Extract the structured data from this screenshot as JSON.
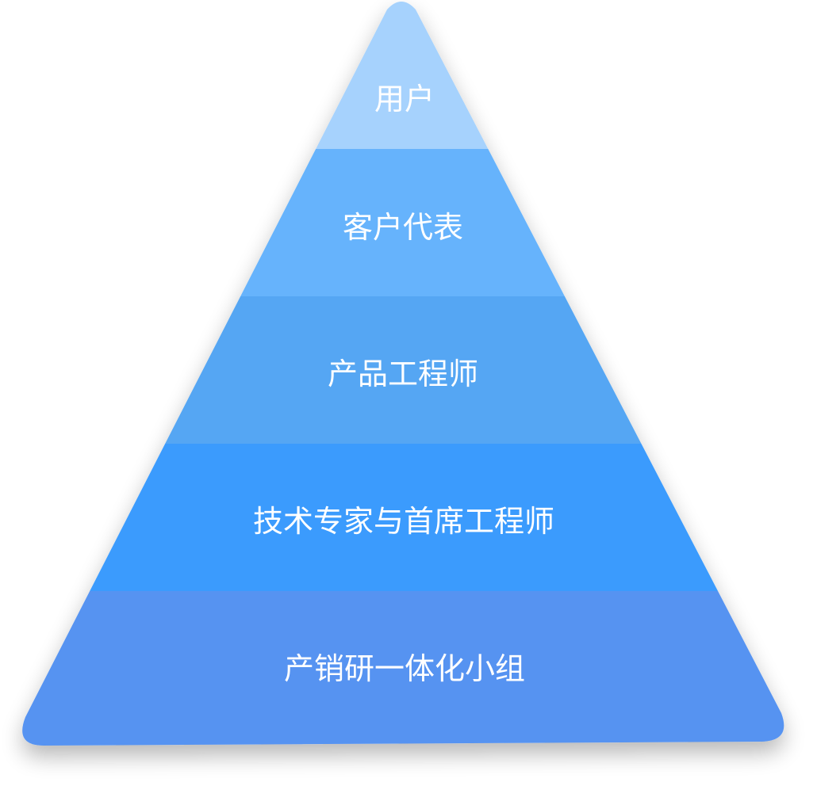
{
  "tiers": [
    {
      "label": "用户",
      "color": "#a6d2fd"
    },
    {
      "label": "客户代表",
      "color": "#66b3fc"
    },
    {
      "label": "产品工程师",
      "color": "#55a6f3"
    },
    {
      "label": "技术专家与首席工程师",
      "color": "#3a9bfd"
    },
    {
      "label": "产销研一体化小组",
      "color": "#5793f1"
    }
  ]
}
